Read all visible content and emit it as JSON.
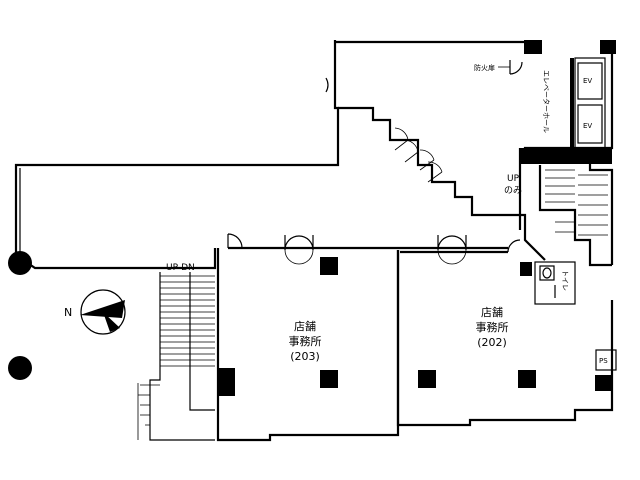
{
  "rooms": [
    {
      "line1": "店舗",
      "line2": "事務所",
      "number": "(203)"
    },
    {
      "line1": "店舗",
      "line2": "事務所",
      "number": "(202)"
    }
  ],
  "stair_label": "UP-DN",
  "compass_label": "N",
  "fire_door_label": "防火扉",
  "elevator_hall_label": "エレベーターホール",
  "elevator_labels": [
    "EV",
    "EV"
  ],
  "up_only_label": [
    "UP",
    "のみ"
  ],
  "toilet_label": "トイレ",
  "ps_label": "PS"
}
